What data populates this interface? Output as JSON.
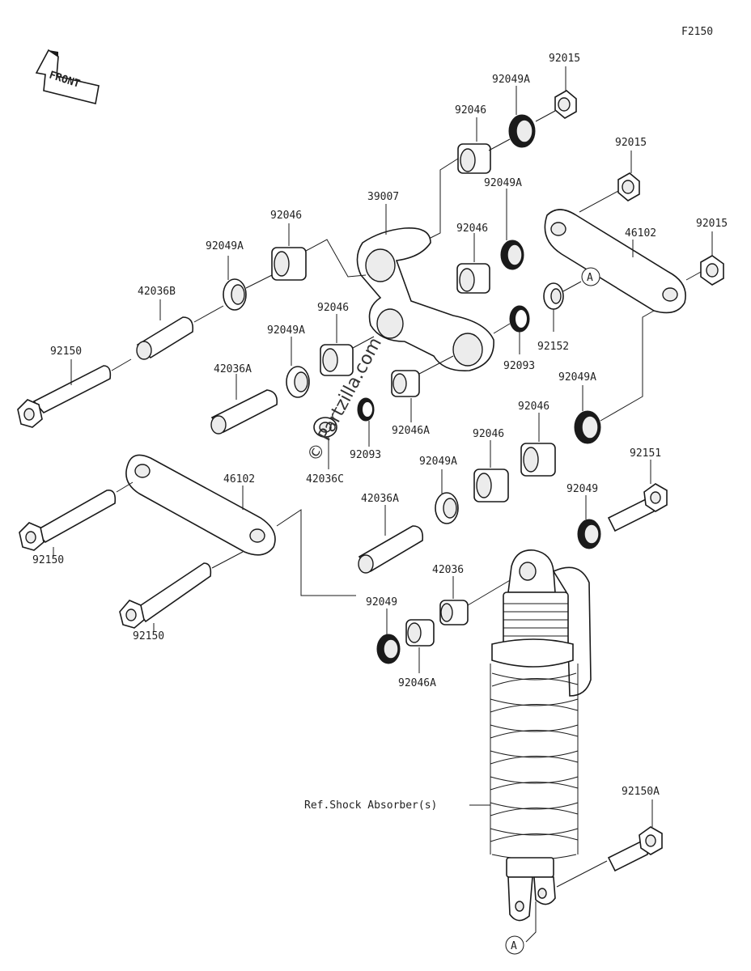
{
  "figure_code": "F2150",
  "front_label": "FRONT",
  "ref_label": "Ref.Shock Absorber(s)",
  "watermark": "© Partzilla.com",
  "callout": "A",
  "labels": {
    "n92015_top": "92015",
    "n92049A_top": "92049A",
    "n92046_top": "92046",
    "n92015_mid": "92015",
    "n39007": "39007",
    "n92049A_mid": "92049A",
    "n92046_l1": "92046",
    "n92015_right": "92015",
    "n92046_c1": "92046",
    "n46102_right": "46102",
    "n92049A_left": "92049A",
    "n42036B": "42036B",
    "n92046_c2": "92046",
    "n92049A_c": "92049A",
    "n92150_top": "92150",
    "n92152": "92152",
    "n92093_r": "92093",
    "n42036A_l": "42036A",
    "n92049A_r2": "92049A",
    "n92046A_c": "92046A",
    "n92046_r3": "92046",
    "n92093_c": "92093",
    "n42036C": "42036C",
    "n92046_r4": "92046",
    "n92049A_r3": "92049A",
    "n92151": "92151",
    "n46102_left": "46102",
    "n42036A_c": "42036A",
    "n92049": "92049",
    "n92150_mid": "92150",
    "n42036": "42036",
    "n92049_low": "92049",
    "n92150_low": "92150",
    "n92046A_low": "92046A",
    "n92150A": "92150A"
  }
}
